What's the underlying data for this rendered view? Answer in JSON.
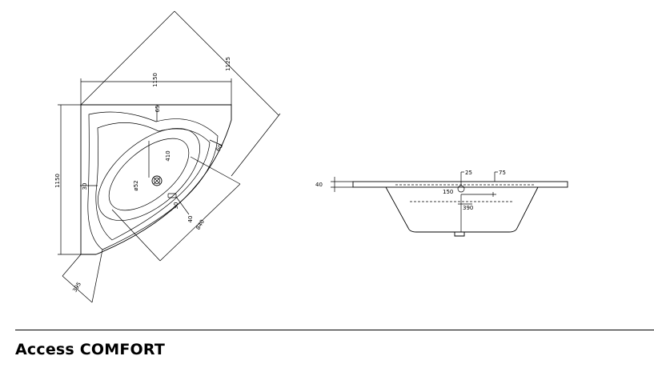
{
  "title": "Access COMFORT",
  "plan_view": {
    "dims": {
      "side_top": "1150",
      "side_left": "1150",
      "diagonal": "1125",
      "inner_top": "65",
      "inner_right": "60",
      "inner_left": "30",
      "basin_width": "410",
      "drain": "ø52",
      "overflow": "30",
      "offset": "40",
      "basin_length": "840",
      "corner": "395"
    }
  },
  "side_view": {
    "dims": {
      "rim": "40",
      "d25": "25",
      "d75": "75",
      "d150": "150",
      "depth": "390"
    }
  }
}
